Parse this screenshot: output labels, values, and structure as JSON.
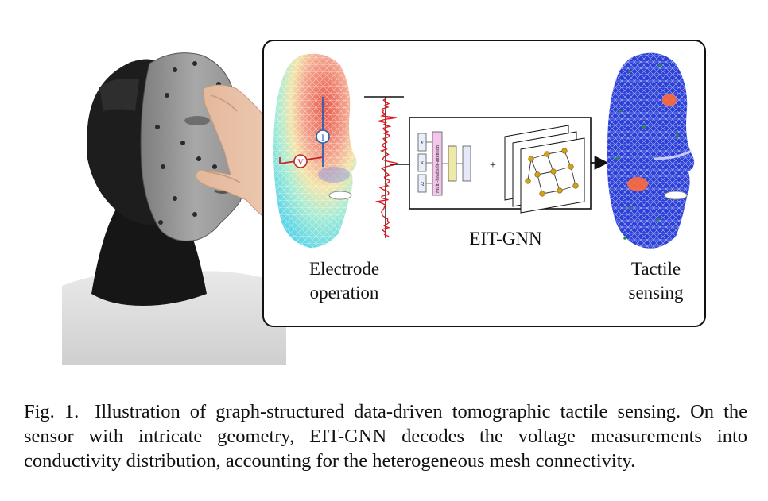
{
  "figure": {
    "label_electrode": "Electrode operation",
    "label_model": "EIT-GNN",
    "label_tactile": "Tactile sensing",
    "voltage_symbol": "V",
    "current_symbol": "I",
    "attention_label": "Multi-head self-attention",
    "qkv": [
      "Q",
      "K",
      "V"
    ],
    "plus_symbol": "+"
  },
  "caption": {
    "number": "Fig. 1.",
    "text": "Illustration of graph-structured data-driven tomographic tactile sensing. On the sensor with intricate geometry, EIT-GNN decodes the voltage measurements into conductivity distribution, accounting for the heterogeneous mesh connectivity."
  },
  "colors": {
    "heat_hot": "#e8584a",
    "heat_cold": "#5fd6e6",
    "mesh_blue": "#2b3fd6",
    "touch_orange": "#ff6a3a",
    "signal_red": "#e0141a",
    "node_gold": "#d1a21a"
  }
}
